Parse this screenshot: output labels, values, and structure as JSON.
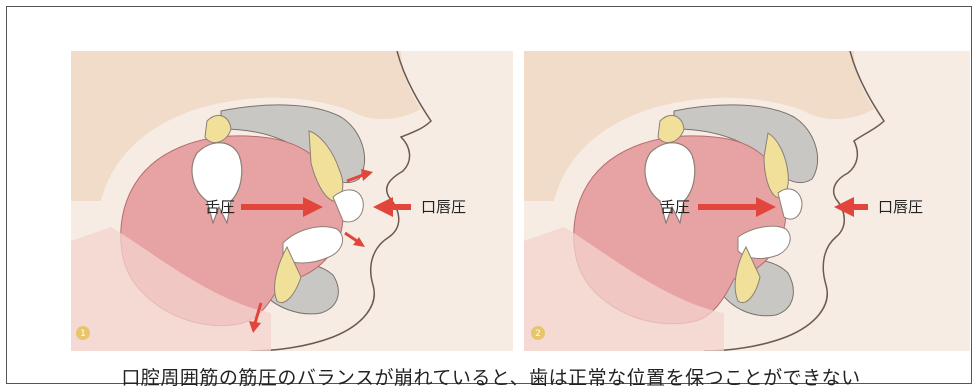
{
  "panels": [
    {
      "number": "1",
      "tongue_pressure_label": "舌圧",
      "lip_pressure_label": "口唇圧"
    },
    {
      "number": "2",
      "tongue_pressure_label": "舌圧",
      "lip_pressure_label": "口唇圧"
    }
  ],
  "caption": "口腔周囲筋の筋圧のバランスが崩れていると、歯は正常な位置を保つことができない",
  "colors": {
    "background": "#f6ece4",
    "skin": "#f3dccd",
    "tongue": "#e89aa0",
    "bone": "#c9c7c4",
    "tooth": "#ffffff",
    "arrow": "#e2453c"
  }
}
